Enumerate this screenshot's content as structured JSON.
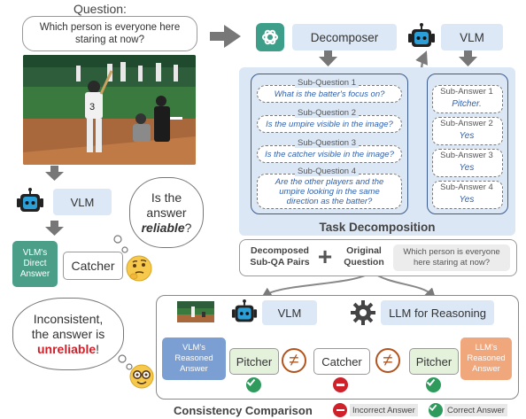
{
  "question": {
    "label": "Question:",
    "text": "Which person is everyone here staring at now?"
  },
  "decomposer_label": "Decomposer",
  "vlm_label": "VLM",
  "sub_questions": [
    {
      "title": "Sub-Question 1",
      "text": "What is the batter's focus on?"
    },
    {
      "title": "Sub-Question 2",
      "text": "Is the umpire visible in the image?"
    },
    {
      "title": "Sub-Question 3",
      "text": "Is the catcher visible in the image?"
    },
    {
      "title": "Sub-Question 4",
      "text": "Are the other players and the umpire looking in the same direction as the batter?"
    }
  ],
  "sub_answers": [
    {
      "title": "Sub-Answer 1",
      "text": "Pitcher."
    },
    {
      "title": "Sub-Answer 2",
      "text": "Yes"
    },
    {
      "title": "Sub-Answer 3",
      "text": "Yes"
    },
    {
      "title": "Sub-Answer 4",
      "text": "Yes"
    }
  ],
  "task_decomposition_title": "Task Decomposition",
  "left": {
    "vlm_label": "VLM",
    "thought": {
      "line1": "Is the",
      "line2": "answer",
      "emph": "reliable",
      "tail": "?"
    },
    "direct_answer_label": "VLM's Direct Answer",
    "direct_answer_value": "Catcher"
  },
  "inputs": {
    "pairs_label": "Decomposed Sub-QA Pairs",
    "plus": "+",
    "original_label": "Original Question",
    "original_text": "Which person is everyone here staring at now?"
  },
  "bottom": {
    "vlm_label": "VLM",
    "llm_label": "LLM for Reasoning",
    "vlm_reasoned_label": "VLM's Reasoned Answer",
    "llm_reasoned_label": "LLM's Reasoned Answer",
    "answers": [
      "Pitcher",
      "Catcher",
      "Pitcher"
    ],
    "neq": "≠",
    "thought": {
      "line1": "Inconsistent,",
      "line2": "the answer is",
      "emph": "unreliable",
      "tail": "!"
    }
  },
  "consistency": {
    "title": "Consistency Comparison",
    "incorrect_label": "Incorrect Answer",
    "correct_label": "Correct Answer"
  },
  "colors": {
    "blue_panel": "#dbe7f4",
    "green": "#2e9a5c",
    "red": "#d0202a",
    "vlm_answer_bg": "#7b9fd3",
    "llm_answer_bg": "#f0a77c",
    "direct_answer_bg": "#4b9f88",
    "pitcher_bg": "#e4f2dc"
  }
}
